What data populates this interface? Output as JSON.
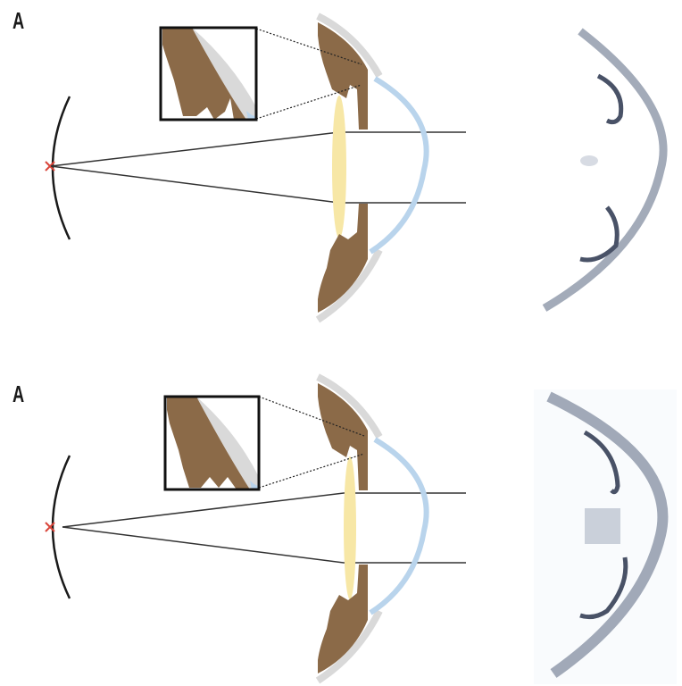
{
  "figure": {
    "panels": [
      {
        "label": "A",
        "description": "Schematic eye with iris, lens and cornea; inset magnifies iris root; OCT image at right"
      },
      {
        "label": "A",
        "description": "Schematic eye with iris, lens and cornea; inset magnifies iris root; OCT image at right"
      }
    ]
  },
  "colors": {
    "iris": "#8b6a48",
    "sclera": "#d9d9d9",
    "cornea": "#b9d4ec",
    "lens": "#f7e7a6",
    "ray": "#333333",
    "focal_mark": "#d9453a",
    "oct": "#3a4a6a"
  }
}
